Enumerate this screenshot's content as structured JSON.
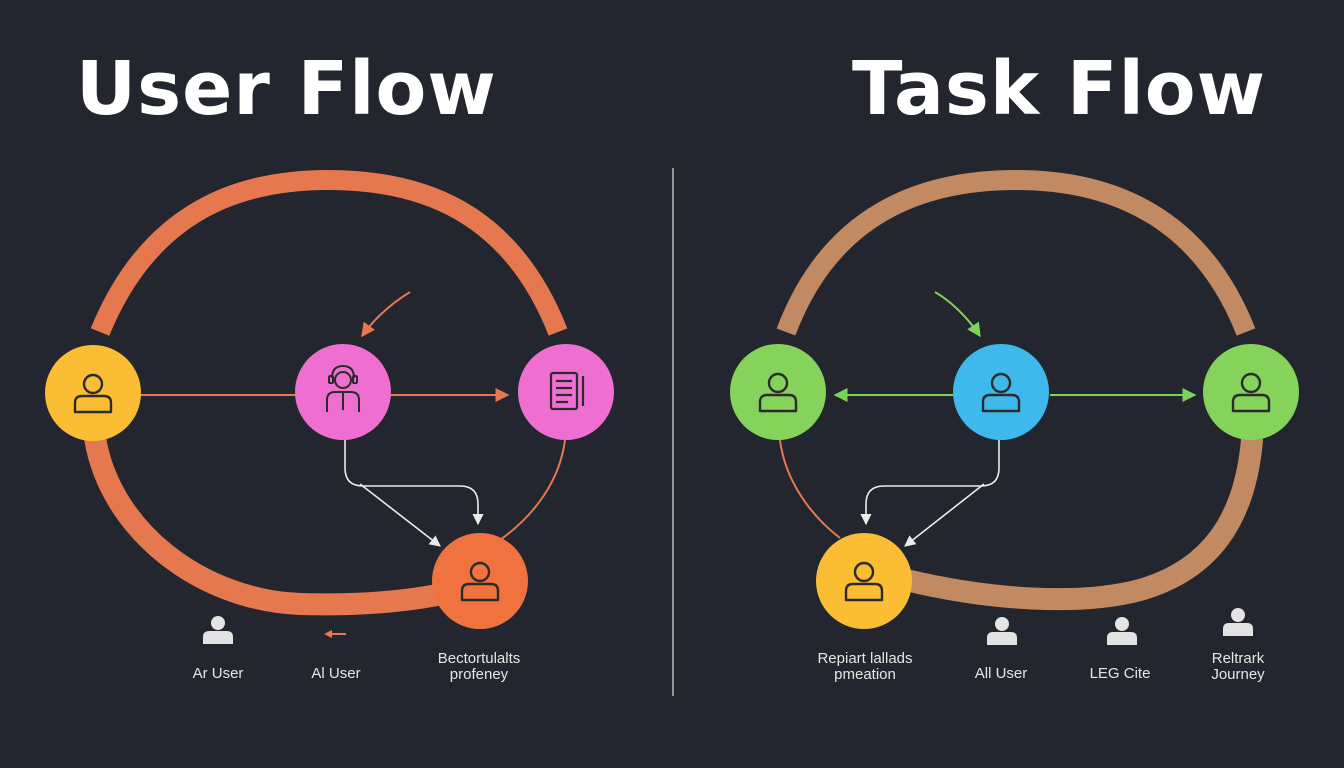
{
  "titles": {
    "left": "User Flow",
    "right": "Task Flow"
  },
  "colors": {
    "background": "#23262e",
    "user_flow_ring": "#e5784f",
    "task_flow_ring": "#c18a62",
    "yellow_node": "#fbbd34",
    "pink_node": "#ee6fcf",
    "orange_node": "#f0733f",
    "green_node": "#85d35a",
    "blue_node": "#3fb9eb",
    "user_arrow": "#e5784f",
    "task_arrow": "#7dd35a"
  },
  "user_flow": {
    "nodes": [
      {
        "name": "user-node-yellow",
        "icon": "user-icon"
      },
      {
        "name": "agent-node-pink",
        "icon": "headset-agent-icon"
      },
      {
        "name": "document-node-pink",
        "icon": "document-icon"
      },
      {
        "name": "user-node-orange",
        "icon": "user-icon"
      }
    ],
    "legend": [
      {
        "icon": "person-icon",
        "label": "Ar User"
      },
      {
        "icon": "arrow-left-icon",
        "label": "Al User"
      },
      {
        "icon": "",
        "label": "Bectortulalts\nprofeney"
      }
    ]
  },
  "task_flow": {
    "nodes": [
      {
        "name": "user-node-green-left",
        "icon": "user-icon"
      },
      {
        "name": "user-node-blue",
        "icon": "user-icon"
      },
      {
        "name": "user-node-green-right",
        "icon": "user-icon"
      },
      {
        "name": "user-node-yellow",
        "icon": "user-icon"
      }
    ],
    "legend": [
      {
        "icon": "",
        "label": "Repiart lallads\npmeation"
      },
      {
        "icon": "person-icon",
        "label": "All User"
      },
      {
        "icon": "person-icon",
        "label": "LEG Cite"
      },
      {
        "icon": "person-icon",
        "label": "Reltrark\nJourney"
      }
    ]
  }
}
